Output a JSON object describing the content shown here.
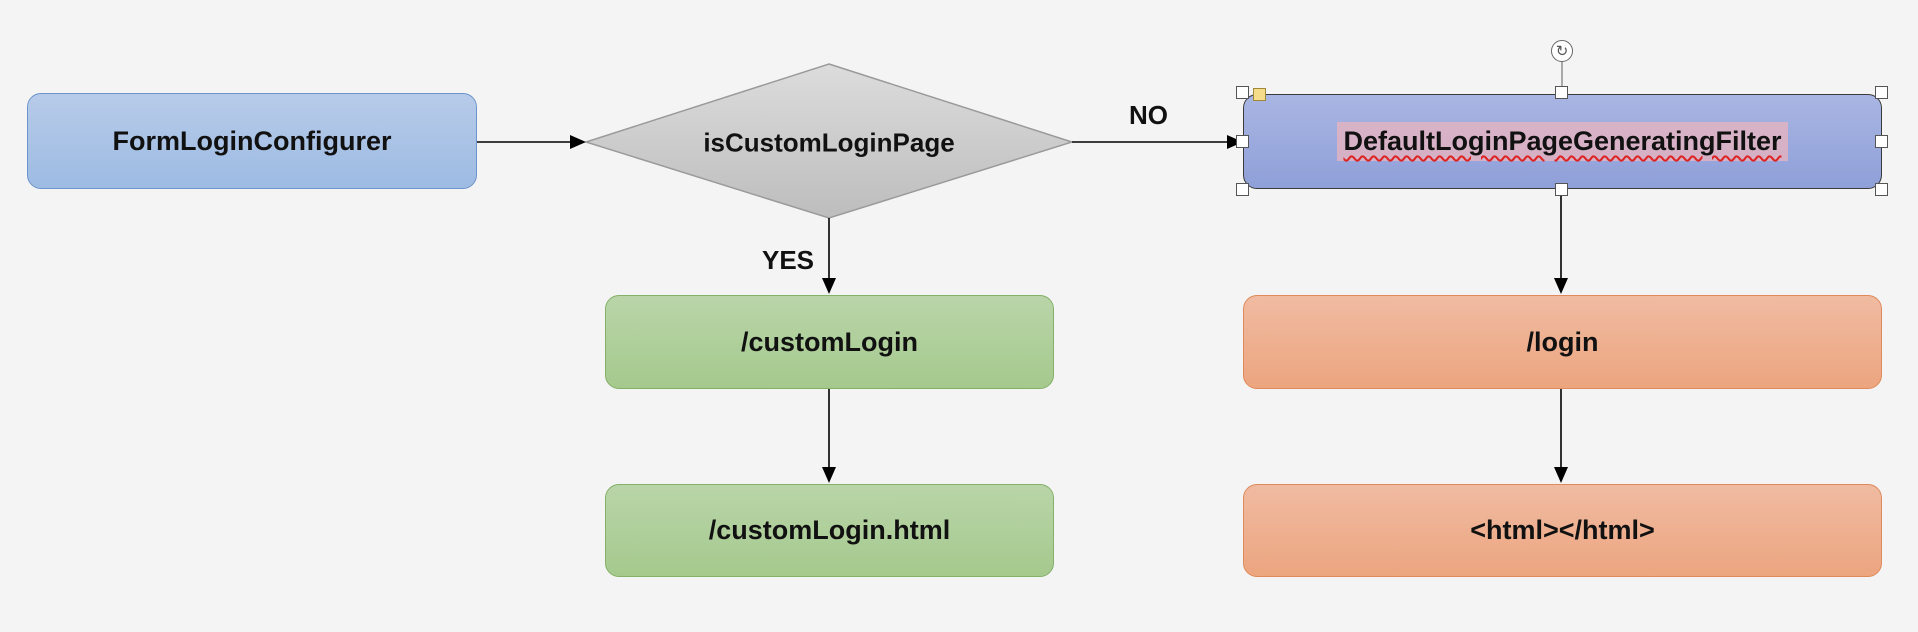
{
  "diagram": {
    "nodes": {
      "form_login_configurer": {
        "label": "FormLoginConfigurer",
        "color": "#a9c3e8"
      },
      "is_custom_login_page": {
        "label": "isCustomLoginPage",
        "color": "#c8c8c8"
      },
      "default_login_page_filter": {
        "label": "DefaultLoginPageGeneratingFilter",
        "color": "#9aa9de",
        "selected": true
      },
      "custom_login": {
        "label": "/customLogin",
        "color": "#aecf98"
      },
      "custom_login_html": {
        "label": "/customLogin.html",
        "color": "#aecf98"
      },
      "login": {
        "label": "/login",
        "color": "#eeb092"
      },
      "html_page": {
        "label": "<html></html>",
        "color": "#eeb092"
      }
    },
    "edges": {
      "no_label": "NO",
      "yes_label": "YES"
    },
    "selection": {
      "rotate_icon": "rotate-icon"
    }
  }
}
